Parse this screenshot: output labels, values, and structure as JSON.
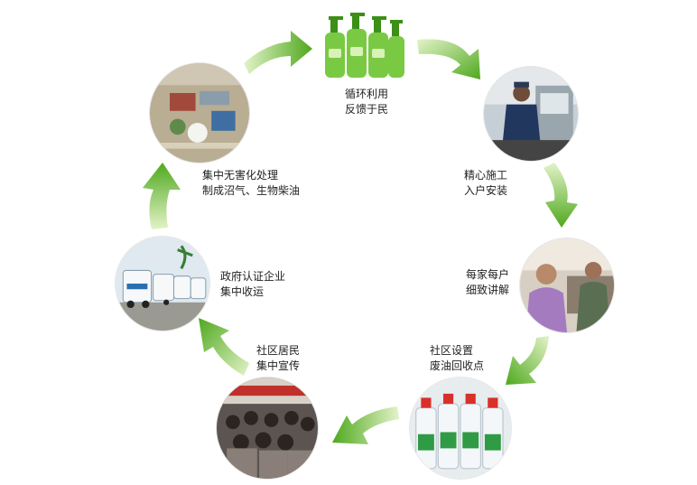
{
  "steps": [
    {
      "line1": "循环利用",
      "line2": "反馈于民",
      "image": "hand-sanitizer-bottles-photo"
    },
    {
      "line1": "精心施工",
      "line2": "入户安装",
      "image": "worker-installing-photo"
    },
    {
      "line1": "每家每户",
      "line2": "细致讲解",
      "image": "household-explanation-photo"
    },
    {
      "line1": "社区设置",
      "line2": "废油回收点",
      "image": "waste-oil-bottles-photo"
    },
    {
      "line1": "社区居民",
      "line2": "集中宣传",
      "image": "community-meeting-photo"
    },
    {
      "line1": "政府认证企业",
      "line2": "集中收运",
      "image": "collection-trucks-photo"
    },
    {
      "line1": "集中无害化处理",
      "line2": "制成沼气、生物柴油",
      "image": "processing-plant-aerial-photo"
    }
  ],
  "colors": {
    "arrow_dark": "#4fa81e",
    "arrow_light": "#e3f3c8",
    "accent": "#6cc32a"
  }
}
